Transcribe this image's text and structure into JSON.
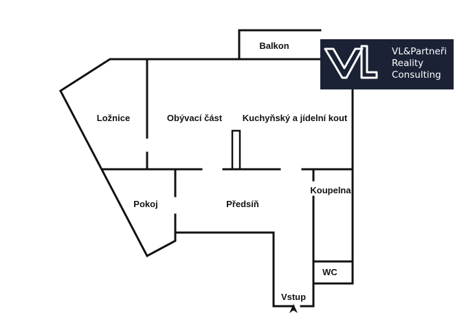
{
  "rooms": {
    "balcony": "Balkon",
    "bedroom": "Ložnice",
    "living": "Obývací část",
    "kitchen": "Kuchyňský a jídelní kout",
    "room": "Pokoj",
    "hall": "Předsíň",
    "bathroom": "Koupelna",
    "wc": "WC",
    "entrance": "Vstup"
  },
  "logo": {
    "monogram": "VL",
    "line1": "VL&Partneři",
    "line2": "Reality",
    "line3": "Consulting"
  },
  "colors": {
    "wall": "#111111",
    "logo_background": "#1b2235",
    "logo_text": "#ffffff"
  },
  "icons": {
    "entrance": "arrow-up-icon"
  }
}
